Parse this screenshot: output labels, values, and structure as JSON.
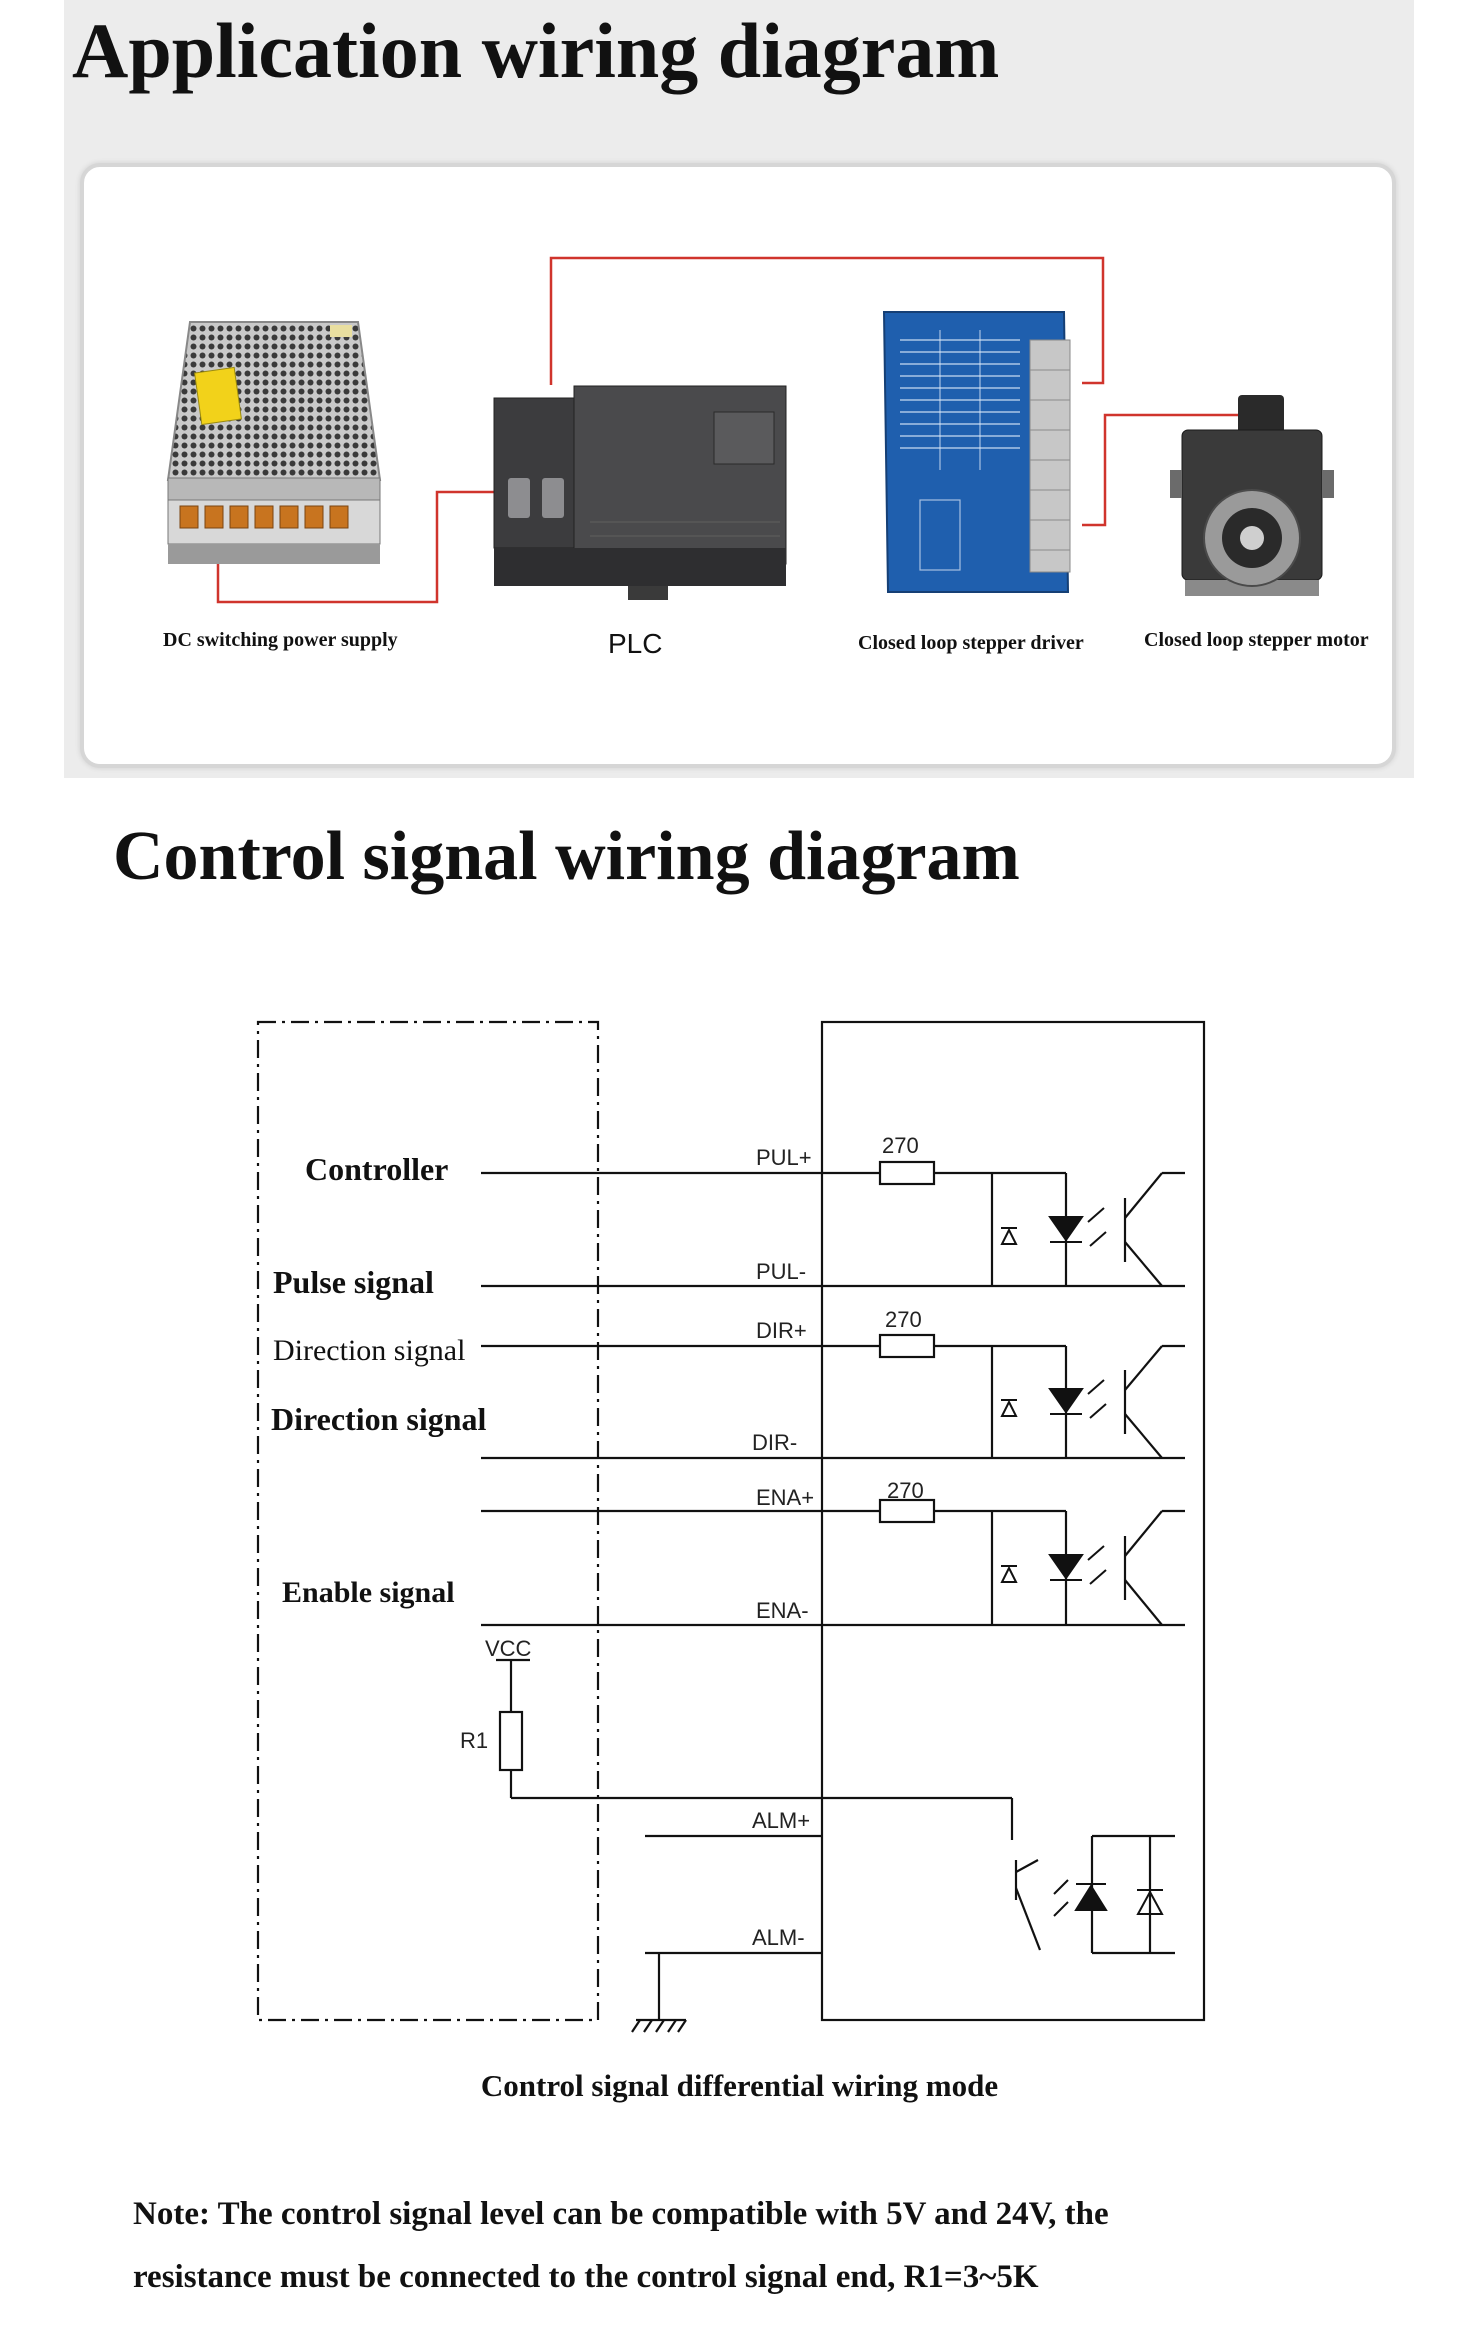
{
  "application": {
    "title": "Application wiring diagram",
    "devices": {
      "power_supply": "DC switching power supply",
      "plc": "PLC",
      "driver": "Closed loop stepper driver",
      "motor": "Closed loop stepper motor"
    },
    "wire_color": "#d0342c",
    "driver_color": "#1f5fae"
  },
  "control": {
    "title": "Control signal wiring diagram",
    "left_labels": {
      "controller": "Controller",
      "pulse": "Pulse signal",
      "direction_1": "Direction signal",
      "direction_2": "Direction signal",
      "enable": "Enable signal"
    },
    "terminals": {
      "pul_plus": "PUL+",
      "pul_minus": "PUL-",
      "dir_plus": "DIR+",
      "dir_minus": "DIR-",
      "ena_plus": "ENA+",
      "ena_minus": "ENA-",
      "alm_plus": "ALM+",
      "alm_minus": "ALM-"
    },
    "resistor_value": "270",
    "vcc": "VCC",
    "r1": "R1",
    "caption": "Control signal differential wiring mode",
    "note_line1": "Note: The control signal level can be compatible with 5V and 24V, the",
    "note_line2": "resistance must be connected to the control signal end, R1=3~5K"
  }
}
